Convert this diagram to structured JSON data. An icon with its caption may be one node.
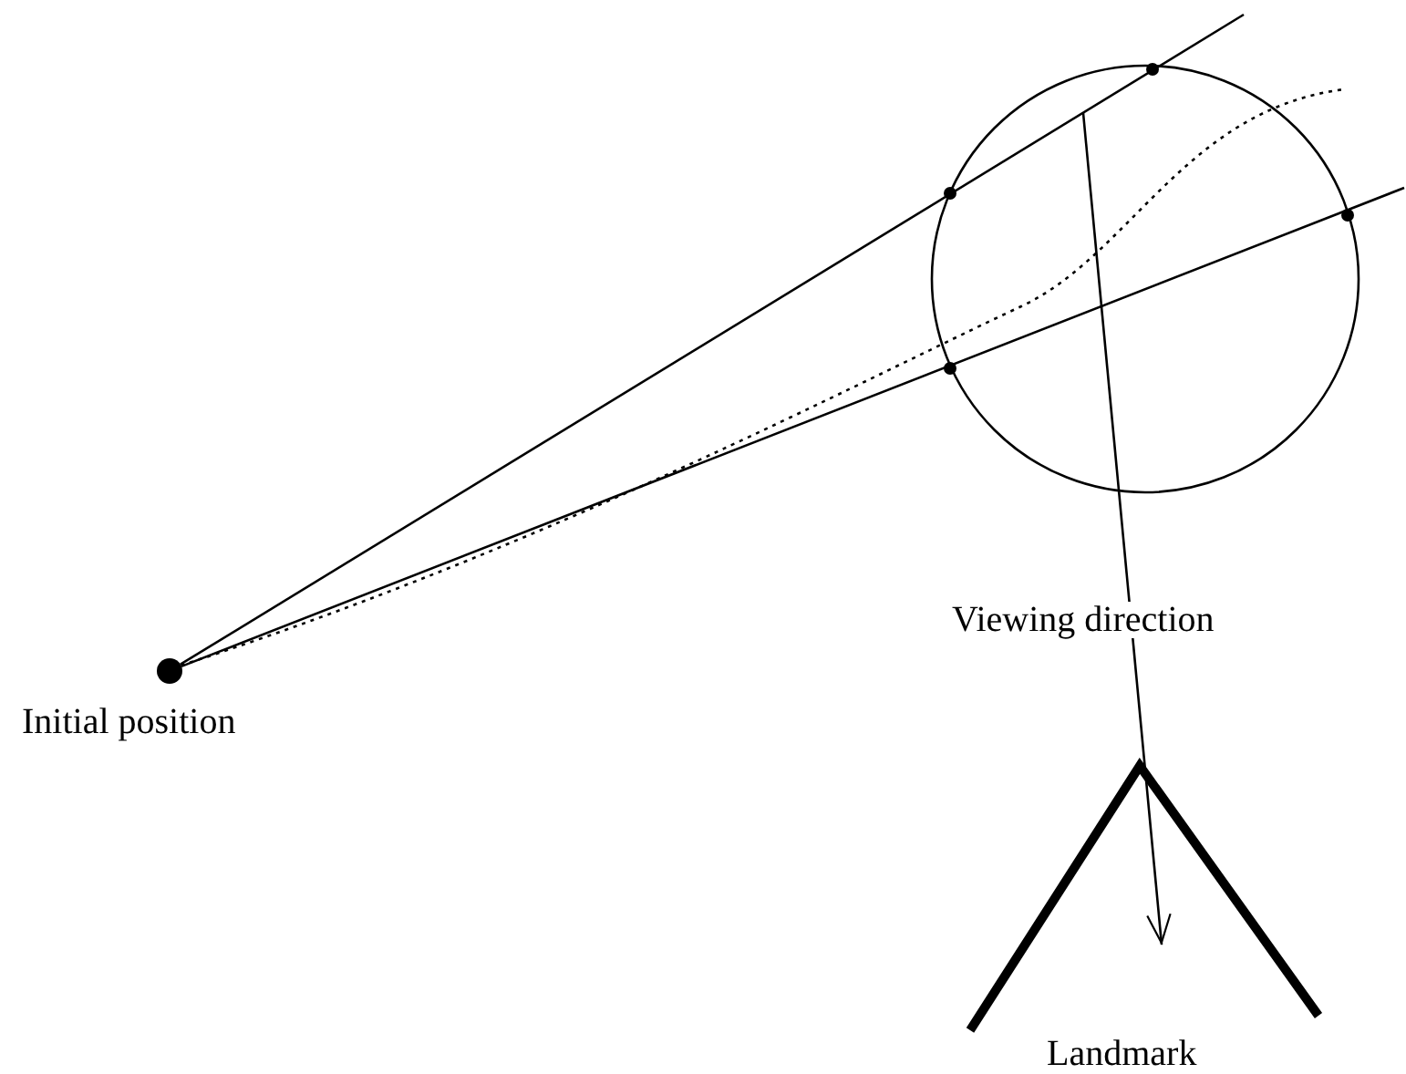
{
  "diagram": {
    "nodes": [
      {
        "text": [],
        "shape": "circle",
        "beside": [
          "Initial position"
        ]
      },
      {
        "text": [],
        "shape": "circle"
      },
      {
        "text": [],
        "shape": "picture",
        "beside": [
          "Landmark"
        ]
      }
    ],
    "edges": [
      {
        "from": 0,
        "to": null,
        "arrow": "none"
      },
      {
        "from": 0,
        "to": null,
        "arrow": "none",
        "style": "dashed"
      },
      {
        "from": 0,
        "to": null,
        "arrow": "none"
      },
      {
        "from": 1,
        "to": 2,
        "arrow": "to",
        "label": "Viewing direction"
      }
    ]
  }
}
